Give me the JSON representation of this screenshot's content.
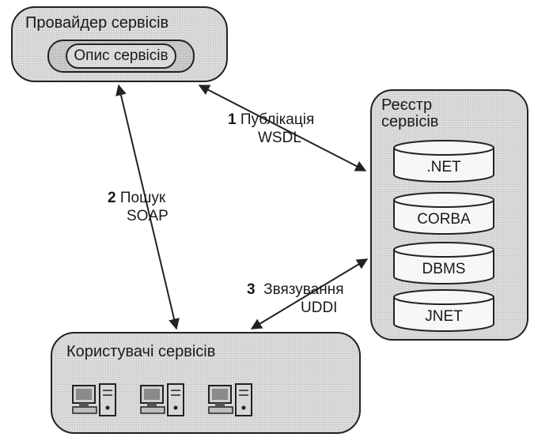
{
  "provider": {
    "title": "Провайдер сервісів",
    "description": "Опис сервісів"
  },
  "registry": {
    "title": "Реєстр сервісів",
    "databases": [
      ".NET",
      "CORBA",
      "DBMS",
      "JNET"
    ]
  },
  "consumers": {
    "title": "Користувачі сервісів",
    "computer_icons": [
      "computer-icon",
      "computer-icon",
      "computer-icon"
    ]
  },
  "edges": {
    "publish": {
      "number": "1",
      "line1": "Публікація",
      "line2": "WSDL"
    },
    "search": {
      "number": "2",
      "line1": "Пошук",
      "line2": "SOAP"
    },
    "bind": {
      "number": "3",
      "line1": "Звязування",
      "line2": "UDDI"
    }
  }
}
